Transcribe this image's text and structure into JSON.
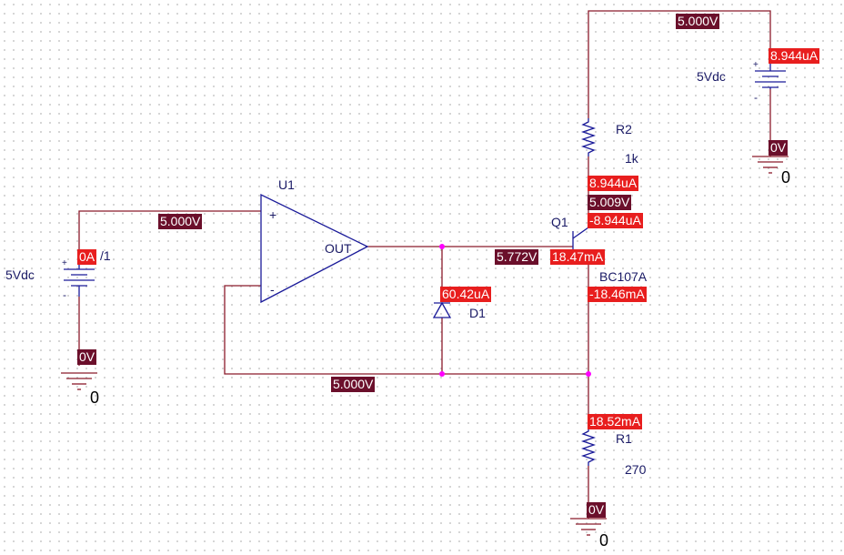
{
  "components": {
    "v_in": {
      "value": "5Vdc",
      "ref_suffix": "/1"
    },
    "v_supply": {
      "value": "5Vdc"
    },
    "opamp": {
      "ref": "U1",
      "plus": "+",
      "minus": "-",
      "out": "OUT"
    },
    "q1": {
      "ref": "Q1",
      "model": "BC107A"
    },
    "d1": {
      "ref": "D1"
    },
    "r1": {
      "ref": "R1",
      "value": "270"
    },
    "r2": {
      "ref": "R2",
      "value": "1k"
    },
    "ground_label": "0"
  },
  "probes": {
    "voltages": {
      "supply_top": "5.000V",
      "opamp_plus": "5.000V",
      "q1_collector": "5.009V",
      "q1_base": "5.772V",
      "feedback": "5.000V",
      "gnd_left": "0V",
      "gnd_right": "0V",
      "gnd_bottom": "0V"
    },
    "currents": {
      "supply_source": "8.944uA",
      "vin_source": "0A",
      "r2": "8.944uA",
      "q1_collector": "-8.944uA",
      "q1_base": "18.47mA",
      "q1_emitter": "-18.46mA",
      "diode": "60.42uA",
      "r1": "18.52mA"
    }
  },
  "colors": {
    "wire": "#8b1a2b",
    "component": "#1a1a99",
    "voltage_marker": "#6b0f2b",
    "current_marker": "#e81e1e",
    "junction": "#ff00ff"
  }
}
